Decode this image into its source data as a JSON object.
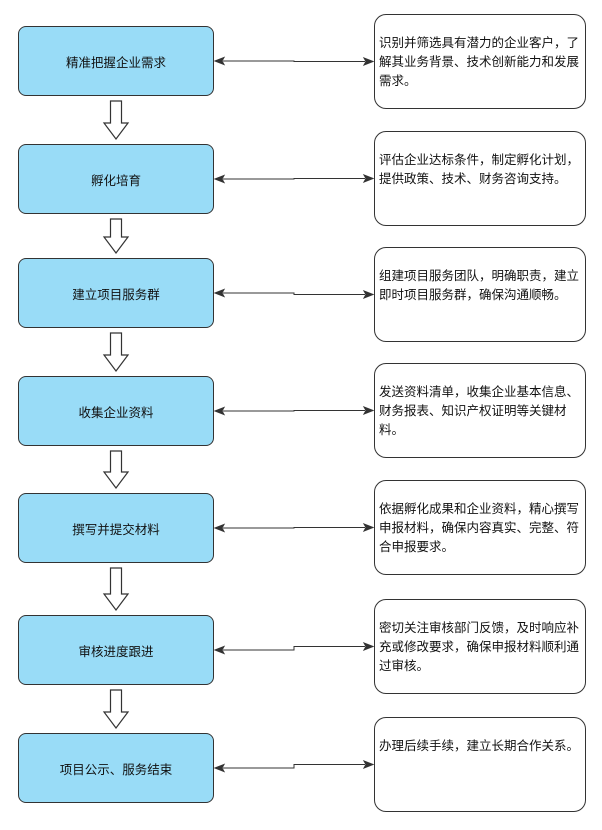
{
  "steps": [
    {
      "label": "精准把握企业需求",
      "note": "识别并筛选具有潜力的企业客户，了解其业务背景、技术创新能力和发展需求。"
    },
    {
      "label": "孵化培育",
      "note": "评估企业达标条件，制定孵化计划，提供政策、技术、财务咨询支持。"
    },
    {
      "label": "建立项目服务群",
      "note": "组建项目服务团队，明确职责，建立即时项目服务群，确保沟通顺畅。"
    },
    {
      "label": "收集企业资料",
      "note": "发送资料清单，收集企业基本信息、财务报表、知识产权证明等关键材料。"
    },
    {
      "label": "撰写并提交材料",
      "note": "依据孵化成果和企业资料，精心撰写申报材料，确保内容真实、完整、符合申报要求。"
    },
    {
      "label": "审核进度跟进",
      "note": "密切关注审核部门反馈，及时响应补充或修改要求，确保申报材料顺利通过审核。"
    },
    {
      "label": "项目公示、服务结束",
      "note": "办理后续手续，建立长期合作关系。"
    }
  ],
  "colors": {
    "step_fill": "#99dcf7",
    "stroke": "#333333",
    "note_fill": "#ffffff"
  }
}
